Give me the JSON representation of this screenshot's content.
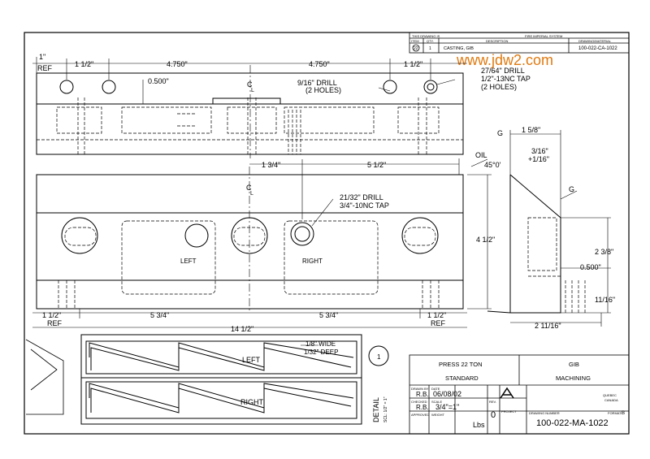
{
  "bom": {
    "header_left": "THIS DRAWING IS",
    "header_mid": "FIRE IMPERIAL SYSTEM",
    "col_item": "ITEM",
    "col_qty": "QTY.",
    "col_desc": "DESCRIPTION",
    "col_dwg": "DRAWING/MATERIAL",
    "row_item": "22",
    "row_qty": "1",
    "row_desc": "CASTING, GIB",
    "row_dwg": "100-022-CA-1022"
  },
  "watermark": "www.jdw2.com",
  "top_view": {
    "dim_1ref_a": "1\"",
    "dim_1ref_b": "REF",
    "dim_1half_left": "1 1/2\"",
    "dim_4750_left": "4.750\"",
    "dim_4750_right": "4.750\"",
    "dim_1half_right": "1 1/2\"",
    "dim_0500": "0.500\"",
    "centerline_c": "C",
    "centerline_l": "L",
    "note_916_a": "9/16\" DRILL",
    "note_916_b": "(2 HOLES)",
    "note_2764_a": "27/64\" DRILL",
    "note_2764_b": "1/2\"-13NC TAP",
    "note_2764_c": "(2 HOLES)"
  },
  "front_view": {
    "dim_1_3_4": "1 3/4\"",
    "dim_5_1_2": "5 1/2\"",
    "centerline_c": "C",
    "centerline_l": "L",
    "note_2132_a": "21/32\" DRILL",
    "note_2132_b": "3/4\"-10NC TAP",
    "label_left": "LEFT",
    "label_right": "RIGHT",
    "dim_4_1_2": "4 1/2\"",
    "dim_1half_l": "1 1/2\"",
    "dim_ref_l": "REF",
    "dim_5_3_4_a": "5 3/4\"",
    "dim_5_3_4_b": "5 3/4\"",
    "dim_1half_r": "1 1/2\"",
    "dim_ref_r": "REF",
    "dim_14_1_2": "14 1/2\""
  },
  "side_view": {
    "g_top": "G",
    "dim_1_5_8": "1 5/8\"",
    "oil": "OIL",
    "dim_3_16": "3/16\"",
    "dim_plus_1_16": "+1/16\"",
    "angle_45": "45°0'",
    "g_right": "G",
    "dim_2_3_8": "2 3/8\"",
    "dim_0500": "0.500\"",
    "dim_11_16": "11/16\"",
    "dim_2_11_16": "2 11/16\""
  },
  "groove": {
    "note_a": "1/8\" WIDE",
    "note_b": "1/32\" DEEP",
    "label_left": "LEFT",
    "label_right": "RIGHT",
    "detail": "DETAIL",
    "detail_scale": "SCL: 1/2\" = 1\"",
    "detail_mark": "1"
  },
  "title_block": {
    "title1": "PRESS 22 TON",
    "title2": "STANDARD",
    "title3": "GIB",
    "title4": "MACHINING",
    "drawn_by_label": "DRAWN BY",
    "drawn_by": "R.B.",
    "date_label": "DATE",
    "date": "06/08/02",
    "checked_label": "CHECKED",
    "checked": "R.B.",
    "scale_label": "SCALE",
    "scale": "3/4\"=1\"",
    "rev_label": "REV.",
    "rev": "0",
    "project_label": "PROJECT",
    "approved_label": "APPROVED",
    "weight_label": "WEIGHT",
    "weight_unit": "Lbs",
    "dwg_no_label": "DRAWING NUMBER",
    "dwg_no": "100-022-MA-1022",
    "format_label": "FORMAT:",
    "format": "B",
    "city": "QUEBEC",
    "country": "CANADA",
    "logo": "logo-mark"
  }
}
